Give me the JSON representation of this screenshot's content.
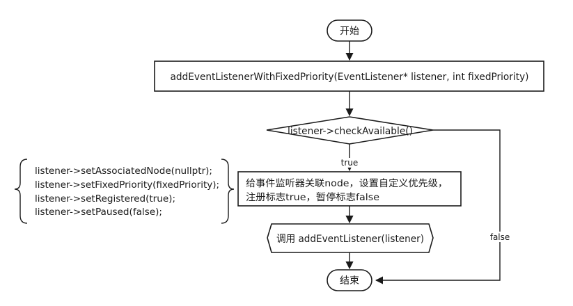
{
  "nodes": {
    "start": "开始",
    "call": "addEventListenerWithFixedPriority(EventListener* listener, int fixedPriority)",
    "check": "listener->checkAvailable()",
    "process_lines": [
      "给事件监听器关联node，设置自定义优先级，",
      "注册标志true，暂停标志false"
    ],
    "invoke": "调用 addEventListener(listener)",
    "end": "结束"
  },
  "edge_labels": {
    "true": "true",
    "false": "false"
  },
  "annotation_lines": [
    "listener->setAssociatedNode(nullptr);",
    "listener->setFixedPriority(fixedPriority);",
    "listener->setRegistered(true);",
    "listener->setPaused(false);"
  ]
}
